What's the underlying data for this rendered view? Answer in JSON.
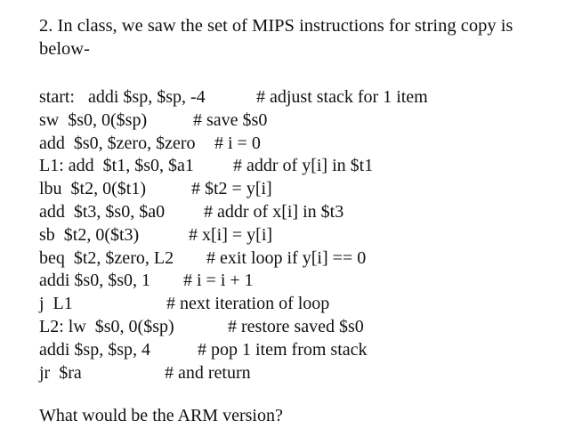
{
  "question": {
    "text": "2. In class, we saw the set of MIPS instructions for string copy is below-"
  },
  "code_lines": [
    {
      "instr": "start:   addi $sp, $sp, -4",
      "comment": "# adjust stack for 1 item"
    },
    {
      "instr": "sw  $s0, 0($sp)",
      "comment": "# save $s0"
    },
    {
      "instr": "add  $s0, $zero, $zero",
      "comment": "# i = 0"
    },
    {
      "instr": "L1: add  $t1, $s0, $a1",
      "comment": "# addr of y[i] in $t1"
    },
    {
      "instr": "lbu  $t2, 0($t1)",
      "comment": "# $t2 = y[i]"
    },
    {
      "instr": "add  $t3, $s0, $a0",
      "comment": "# addr of x[i] in $t3"
    },
    {
      "instr": "sb  $t2, 0($t3)",
      "comment": "# x[i] = y[i]"
    },
    {
      "instr": "beq  $t2, $zero, L2",
      "comment": "# exit loop if y[i] == 0"
    },
    {
      "instr": "addi $s0, $s0, 1",
      "comment": "# i = i + 1"
    },
    {
      "instr": "j  L1",
      "comment": "# next iteration of loop"
    },
    {
      "instr": "L2: lw  $s0, 0($sp)",
      "comment": "# restore saved $s0"
    },
    {
      "instr": "addi $sp, $sp, 4",
      "comment": "# pop 1 item from stack"
    },
    {
      "instr": "jr  $ra",
      "comment": "# and return"
    }
  ],
  "footer": {
    "text": "What would be the ARM version?"
  }
}
